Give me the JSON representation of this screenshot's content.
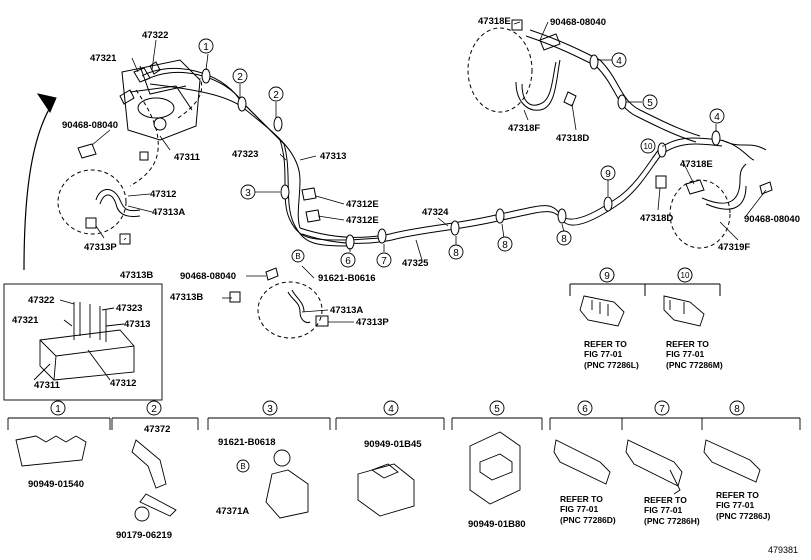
{
  "parts": {
    "p47322": "47322",
    "p47321": "47321",
    "p90468_a": "90468-08040",
    "p47311": "47311",
    "p47312": "47312",
    "p47313A": "47313A",
    "p47313P": "47313P",
    "p47313B": "47313B",
    "p47323": "47323",
    "p47313": "47313",
    "p47312E_1": "47312E",
    "p47312E_2": "47312E",
    "p47324": "47324",
    "p47325": "47325",
    "p90468_b": "90468-08040",
    "p91621": "91621-B0616",
    "p47313B_2": "47313B",
    "p47313A_2": "47313A",
    "p47313P_2": "47313P",
    "p47318E_top": "47318E",
    "p90468_c": "90468-08040",
    "p47318F_top": "47318F",
    "p47318D_top": "47318D",
    "p47318E_r": "47318E",
    "p47318D_r": "47318D",
    "p90468_d": "90468-08040",
    "p47319F": "47319F"
  },
  "inset": {
    "p47322": "47322",
    "p47323": "47323",
    "p47321": "47321",
    "p47313": "47313",
    "p47311": "47311",
    "p47312": "47312"
  },
  "callouts": [
    "1",
    "2",
    "3",
    "4",
    "5",
    "6",
    "7",
    "8",
    "9",
    "10"
  ],
  "refer9": {
    "l1": "REFER TO",
    "l2": "FIG 77-01",
    "l3": "(PNC 77286L)"
  },
  "refer10": {
    "l1": "REFER TO",
    "l2": "FIG 77-01",
    "l3": "(PNC 77286M)"
  },
  "clamps": {
    "c1": "90949-01540",
    "c2a": "47372",
    "c2b": "90179-06219",
    "c3a": "91621-B0618",
    "c3b": "47371A",
    "c4": "90949-01B45",
    "c5": "90949-01B80"
  },
  "refer6": {
    "l1": "REFER TO",
    "l2": "FIG 77-01",
    "l3": "(PNC 77286D)"
  },
  "refer7": {
    "l1": "REFER TO",
    "l2": "FIG 77-01",
    "l3": "(PNC 77286H)"
  },
  "refer8": {
    "l1": "REFER TO",
    "l2": "FIG 77-01",
    "l3": "(PNC 77286J)"
  },
  "b_marker": "B",
  "figure_id": "479381"
}
